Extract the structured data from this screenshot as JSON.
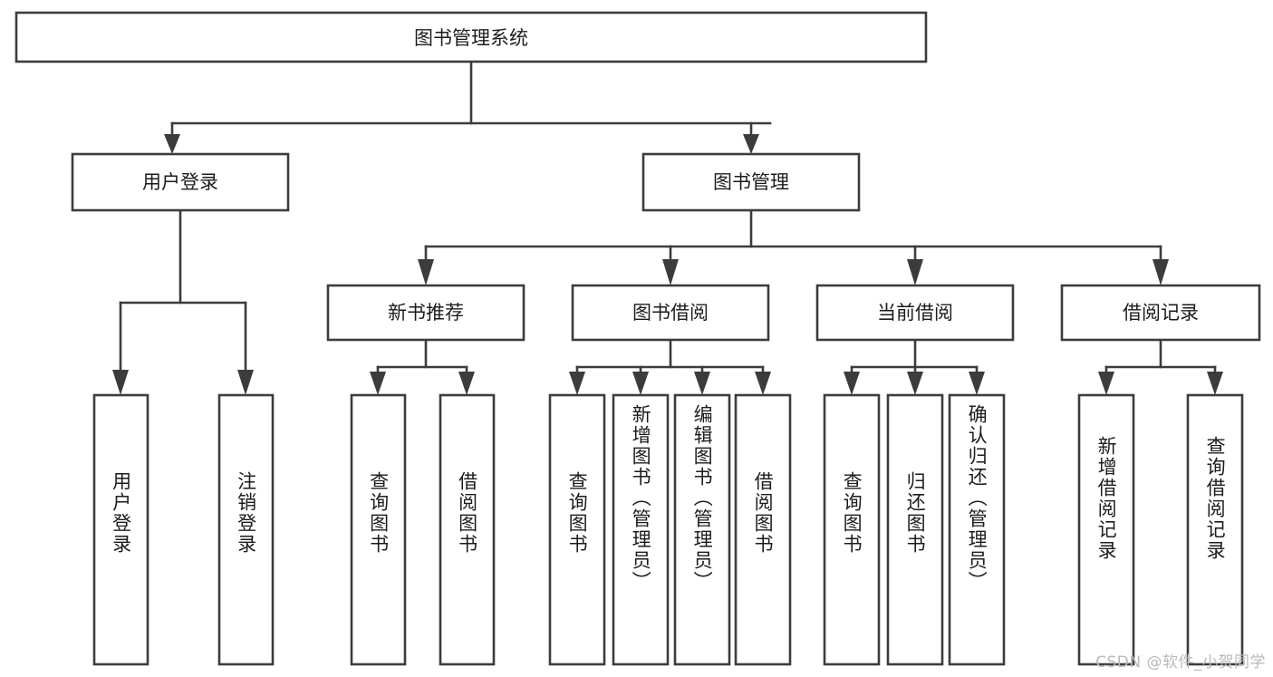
{
  "diagram": {
    "title": "图书管理系统",
    "type": "tree",
    "orientation": "top-down",
    "colors": {
      "stroke": "#3c3c3c",
      "box_fill": "#ffffff",
      "text": "#1c1c1c",
      "background": "#ffffff",
      "watermark": "#b9b9b9"
    }
  },
  "watermark": {
    "text": "CSDN @软件_小贺同学"
  },
  "nodes": {
    "root": {
      "label": "图书管理系统",
      "level": 0
    },
    "level1": [
      {
        "id": "user-login",
        "label": "用户登录"
      },
      {
        "id": "book-management",
        "label": "图书管理"
      }
    ],
    "level2": [
      {
        "id": "new-book-recommend",
        "label": "新书推荐",
        "parent": "book-management"
      },
      {
        "id": "book-borrow",
        "label": "图书借阅",
        "parent": "book-management"
      },
      {
        "id": "current-borrow",
        "label": "当前借阅",
        "parent": "book-management"
      },
      {
        "id": "borrow-record",
        "label": "借阅记录",
        "parent": "book-management"
      }
    ],
    "leaves": [
      {
        "id": "leaf-user-login",
        "label": "用户登录",
        "parent": "user-login"
      },
      {
        "id": "leaf-logout-login",
        "label": "注销登录",
        "parent": "user-login"
      },
      {
        "id": "leaf-query-book-1",
        "label": "查询图书",
        "parent": "new-book-recommend"
      },
      {
        "id": "leaf-borrow-book-1",
        "label": "借阅图书",
        "parent": "new-book-recommend"
      },
      {
        "id": "leaf-query-book-2",
        "label": "查询图书",
        "parent": "book-borrow"
      },
      {
        "id": "leaf-add-book",
        "label": "新增图书（管理员）",
        "parent": "book-borrow"
      },
      {
        "id": "leaf-edit-book",
        "label": "编辑图书（管理员）",
        "parent": "book-borrow"
      },
      {
        "id": "leaf-borrow-book-2",
        "label": "借阅图书",
        "parent": "book-borrow"
      },
      {
        "id": "leaf-query-book-3",
        "label": "查询图书",
        "parent": "current-borrow"
      },
      {
        "id": "leaf-return-book",
        "label": "归还图书",
        "parent": "current-borrow"
      },
      {
        "id": "leaf-confirm-return",
        "label": "确认归还（管理员）",
        "parent": "current-borrow"
      },
      {
        "id": "leaf-add-record",
        "label": "新增借阅记录",
        "parent": "borrow-record"
      },
      {
        "id": "leaf-query-record",
        "label": "查询借阅记录",
        "parent": "borrow-record"
      }
    ]
  },
  "edges": [
    {
      "from": "root",
      "to": "user-login"
    },
    {
      "from": "root",
      "to": "book-management"
    },
    {
      "from": "book-management",
      "to": "new-book-recommend"
    },
    {
      "from": "book-management",
      "to": "book-borrow"
    },
    {
      "from": "book-management",
      "to": "current-borrow"
    },
    {
      "from": "book-management",
      "to": "borrow-record"
    },
    {
      "from": "user-login",
      "to": "leaf-user-login"
    },
    {
      "from": "user-login",
      "to": "leaf-logout-login"
    },
    {
      "from": "new-book-recommend",
      "to": "leaf-query-book-1"
    },
    {
      "from": "new-book-recommend",
      "to": "leaf-borrow-book-1"
    },
    {
      "from": "book-borrow",
      "to": "leaf-query-book-2"
    },
    {
      "from": "book-borrow",
      "to": "leaf-add-book"
    },
    {
      "from": "book-borrow",
      "to": "leaf-edit-book"
    },
    {
      "from": "book-borrow",
      "to": "leaf-borrow-book-2"
    },
    {
      "from": "current-borrow",
      "to": "leaf-query-book-3"
    },
    {
      "from": "current-borrow",
      "to": "leaf-return-book"
    },
    {
      "from": "current-borrow",
      "to": "leaf-confirm-return"
    },
    {
      "from": "borrow-record",
      "to": "leaf-add-record"
    },
    {
      "from": "borrow-record",
      "to": "leaf-query-record"
    }
  ]
}
